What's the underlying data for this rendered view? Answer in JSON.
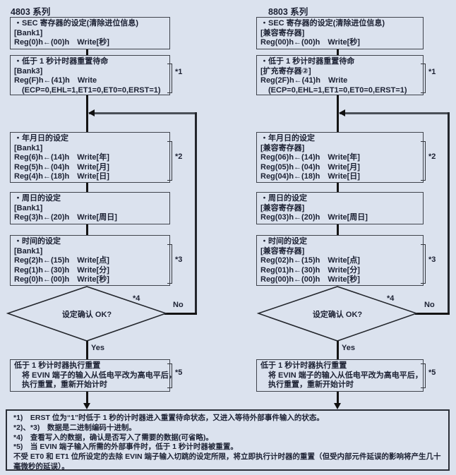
{
  "colors": {
    "background": "#dbe2ee",
    "box_border": "#3f434c",
    "line": "#141414",
    "text": "#1c2133"
  },
  "columns": [
    {
      "title": "4803 系列",
      "box_sec": {
        "lines": [
          "・SEC 寄存器的设定(清除进位信息)",
          "[Bank1]",
          "Reg(0)h←(00)h　Write[秒]"
        ]
      },
      "box_reset_standby": {
        "lines": [
          "・低于 1 秒计时器重置待命",
          "[Bank3]",
          "Reg(F)h←(41)h　Write",
          "　(ECP=0,EHL=1,ET1=0,ET0=0,ERST=1)"
        ],
        "note": "*1"
      },
      "box_date": {
        "lines": [
          "・年月日的设定",
          "[Bank1]",
          "Reg(6)h←(14)h　Write[年]",
          "Reg(5)h←(04)h　Write[月]",
          "Reg(4)h←(18)h　Write[日]"
        ],
        "note": "*2"
      },
      "box_weekday": {
        "lines": [
          "・周日的设定",
          "[Bank1]",
          "Reg(3)h←(20)h　Write[周日]"
        ]
      },
      "box_time": {
        "lines": [
          "・时间的设定",
          "[Bank1]",
          "Reg(2)h←(15)h　Write[点]",
          "Reg(1)h←(30)h　Write[分]",
          "Reg(0)h←(00)h　Write[秒]"
        ],
        "note": "*3"
      },
      "decision": {
        "label": "设定确认 OK?",
        "note": "*4",
        "no_label": "No",
        "yes_label": "Yes"
      },
      "box_execute": {
        "lines": [
          "低于 1 秒计时器执行重置",
          "　将 EVIN 端子的输入从低电平改为高电平后，",
          "　执行重置，重新开始计时"
        ],
        "note": "*5"
      }
    },
    {
      "title": "8803 系列",
      "box_sec": {
        "lines": [
          "・SEC 寄存器的设定(清除进位信息)",
          "[兼容寄存器]",
          "Reg(00)h←(00)h　Write[秒]"
        ]
      },
      "box_reset_standby": {
        "lines": [
          "・低于 1 秒计时器重置待命",
          "[扩充寄存器②]",
          "Reg(2F)h←(41)h　Write",
          "　(ECP=0,EHL=1,ET1=0,ET0=0,ERST=1)"
        ],
        "note": "*1"
      },
      "box_date": {
        "lines": [
          "・年月日的设定",
          "[兼容寄存器]",
          "Reg(06)h←(14)h　Write[年]",
          "Reg(05)h←(04)h　Write[月]",
          "Reg(04)h←(18)h　Write[日]"
        ],
        "note": "*2"
      },
      "box_weekday": {
        "lines": [
          "・周日的设定",
          "[兼容寄存器]",
          "Reg(03)h←(20)h　Write[周日]"
        ]
      },
      "box_time": {
        "lines": [
          "・时间的设定",
          "[兼容寄存器]",
          "Reg(02)h←(15)h　Write[点]",
          "Reg(01)h←(30)h　Write[分]",
          "Reg(00)h←(00)h　Write[秒]"
        ],
        "note": "*3"
      },
      "decision": {
        "label": "设定确认 OK?",
        "note": "*4",
        "no_label": "No",
        "yes_label": "Yes"
      },
      "box_execute": {
        "lines": [
          "低于 1 秒计时器执行重置",
          "　将 EVIN 端子的输入从低电平改为高电平后，",
          "　执行重置，重新开始计时"
        ],
        "note": "*5"
      }
    }
  ],
  "footnotes": {
    "lines": [
      "*1)　ERST 位为“1”时低于 1 秒的计时器进入重置待命状态，又进入等待外部事件输入的状态。",
      "*2)、*3)　数据是二进制编码十进制。",
      "*4)　查看写入的数据，确认是否写入了需要的数据(可省略)。",
      "*5)　当 EVIN 端子输入所需的外部事件时，低于 1 秒计时器被重置。",
      "不受 ET0 和 ET1 位所设定的去除 EVIN 端子输入切跳的设定所限，将立即执行计时器的重置（但受内部元件延误的影响将产生几十毫微秒的延误）。"
    ]
  }
}
